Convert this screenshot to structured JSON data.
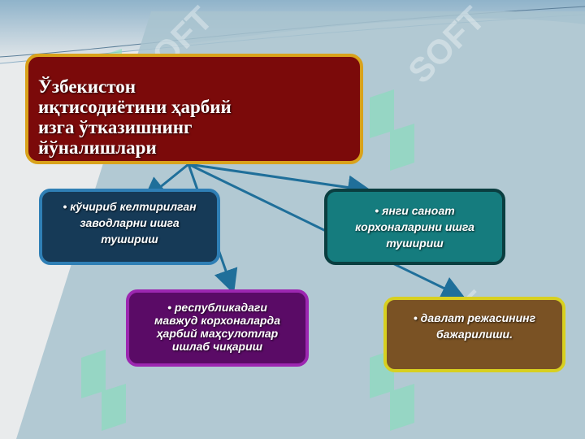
{
  "title": {
    "lines": [
      "Ўзбекистон",
      "иқтисодиётини ҳарбий",
      "изга ўтказишнинг",
      "йўналишлари"
    ]
  },
  "boxes": [
    {
      "lines": [
        "• кўчириб келтирилган",
        "заводларни ишга",
        "тушириш"
      ]
    },
    {
      "lines": [
        "• янги саноат",
        "корхоналарини ишга",
        "тушириш"
      ]
    },
    {
      "lines": [
        "• республикадаги",
        "мавжуд корхоналарда",
        "ҳарбий маҳсулотлар",
        "ишлаб чиқариш"
      ]
    },
    {
      "lines": [
        "• давлат режасининг",
        "бажарилиши."
      ]
    }
  ],
  "watermark": "SOFT",
  "colors": {
    "title_fill": "#7b0a0a",
    "title_border": "#d9a21b",
    "box1_fill": "#163a57",
    "box2_fill": "#157c7e",
    "box3_fill": "#5a0b66",
    "box4_fill": "#7a5224",
    "arrow": "#1f6f9a",
    "panel": "#a8c3cf"
  }
}
